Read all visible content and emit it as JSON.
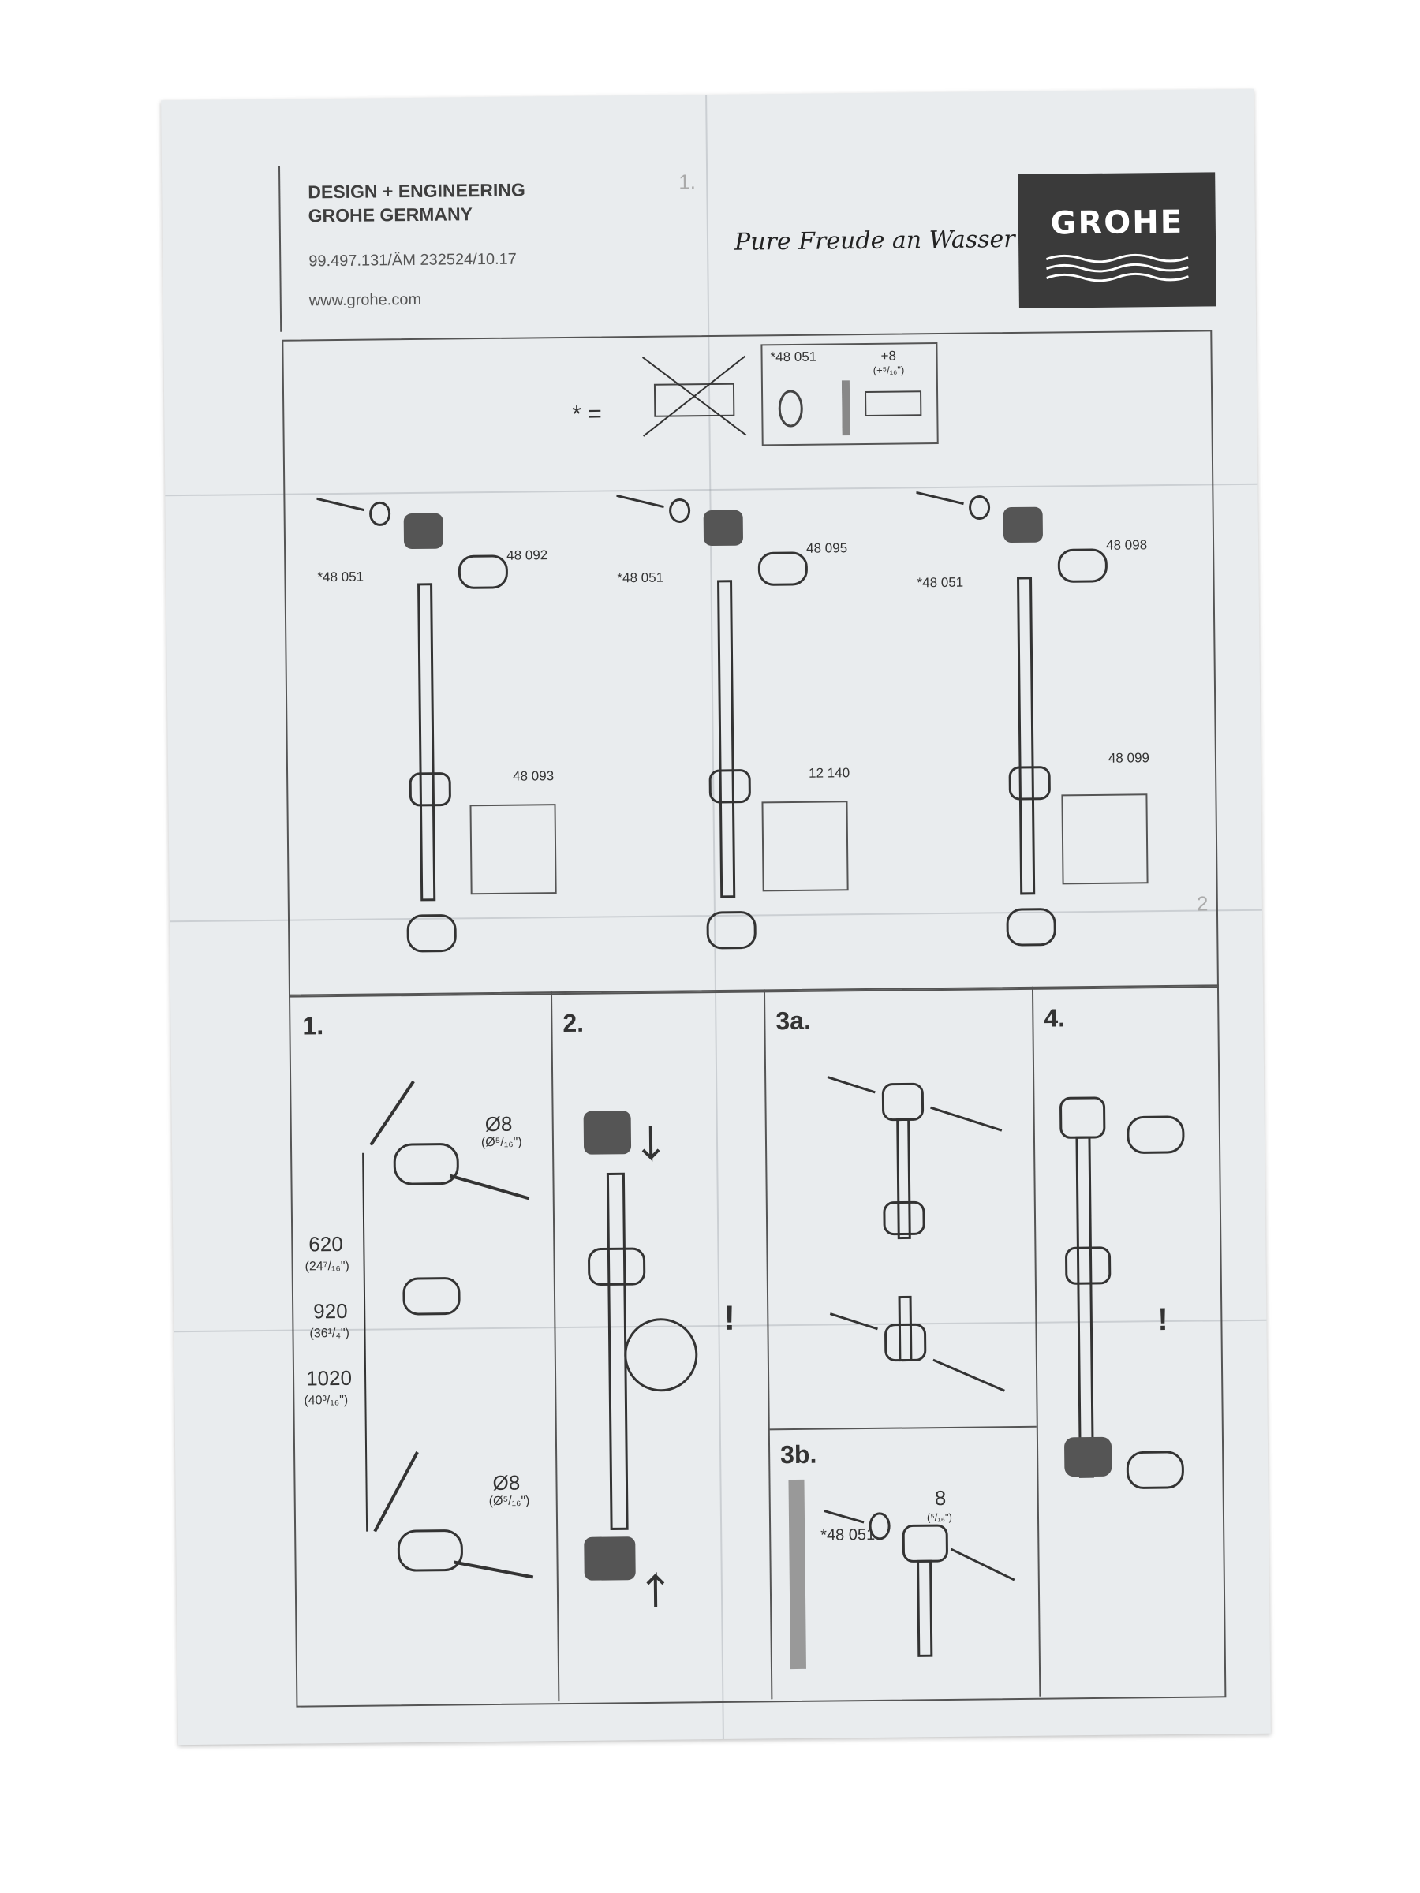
{
  "header": {
    "line1": "DESIGN + ENGINEERING",
    "line2": "GROHE GERMANY",
    "code": "99.497.131/ÄM 232524/10.17",
    "website": "www.grohe.com",
    "page_marker_1": "1.",
    "page_marker_2": "2"
  },
  "tagline": "Pure Freude an Wasser",
  "logo": {
    "text": "GROHE"
  },
  "legend": {
    "asterisk": "* =",
    "part_code": "*48 051",
    "offset_value": "+8",
    "offset_inch": "(+⁵/₁₆\")"
  },
  "variants": [
    {
      "ring": "*48 051",
      "top": "48 092",
      "slider": "48 093"
    },
    {
      "ring": "*48 051",
      "top": "48 095",
      "slider": "12 140"
    },
    {
      "ring": "*48 051",
      "top": "48 098",
      "slider": "48 099"
    }
  ],
  "steps": {
    "s1": "1.",
    "s2": "2.",
    "s3a": "3a.",
    "s3b": "3b.",
    "s4": "4."
  },
  "step1": {
    "drill": "Ø8",
    "drill_inch": "(Ø⁵/₁₆\")",
    "drill2": "Ø8",
    "drill2_inch": "(Ø⁵/₁₆\")",
    "h1": "620",
    "h1_inch": "(24⁷/₁₆\")",
    "h2": "920",
    "h2_inch": "(36¹/₄\")",
    "h3": "1020",
    "h3_inch": "(40³/₁₆\")"
  },
  "step3b": {
    "part_code": "*48 051",
    "spacing": "8",
    "spacing_inch": "(⁵/₁₆\")"
  },
  "alert": "!"
}
